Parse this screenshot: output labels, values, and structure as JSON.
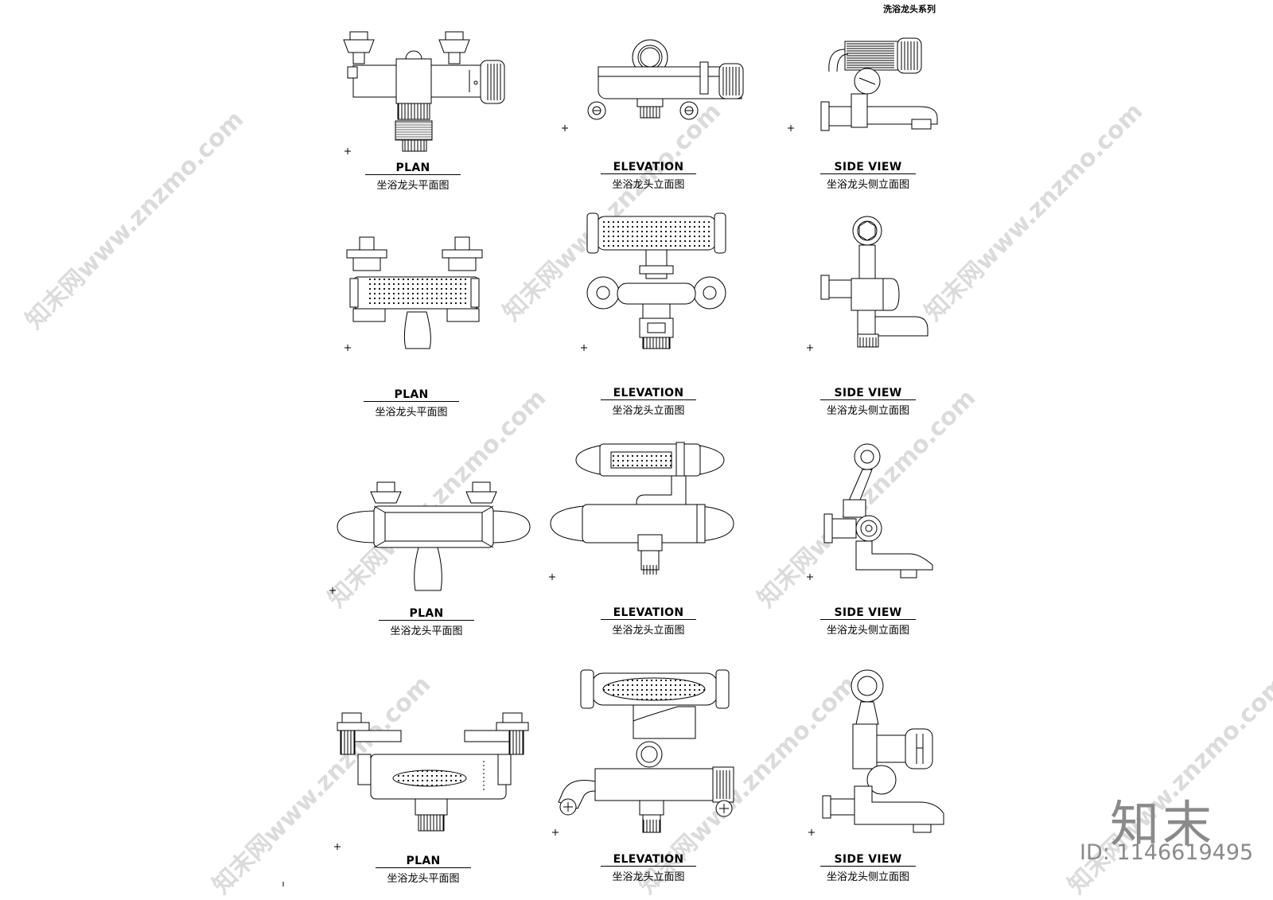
{
  "sheet_title": "洗浴龙头系列",
  "watermarks": {
    "brand": "知末",
    "id": "ID: 1146619495",
    "diagonal": "知末网www.znzmo.com"
  },
  "rows": [
    {
      "plan": {
        "en": "PLAN",
        "cn": "坐浴龙头平面图"
      },
      "elevation": {
        "en": "ELEVATION",
        "cn": "坐浴龙头立面图"
      },
      "side": {
        "en": "SIDE VIEW",
        "cn": "坐浴龙头侧立面图"
      }
    },
    {
      "plan": {
        "en": "PLAN",
        "cn": "坐浴龙头平面图"
      },
      "elevation": {
        "en": "ELEVATION",
        "cn": "坐浴龙头立面图"
      },
      "side": {
        "en": "SIDE VIEW",
        "cn": "坐浴龙头侧立面图"
      }
    },
    {
      "plan": {
        "en": "PLAN",
        "cn": "坐浴龙头平面图"
      },
      "elevation": {
        "en": "ELEVATION",
        "cn": "坐浴龙头立面图"
      },
      "side": {
        "en": "SIDE VIEW",
        "cn": "坐浴龙头侧立面图"
      }
    },
    {
      "plan": {
        "en": "PLAN",
        "cn": "坐浴龙头平面图"
      },
      "elevation": {
        "en": "ELEVATION",
        "cn": "坐浴龙头立面图"
      },
      "side": {
        "en": "SIDE VIEW",
        "cn": "坐浴龙头侧立面图"
      }
    }
  ]
}
